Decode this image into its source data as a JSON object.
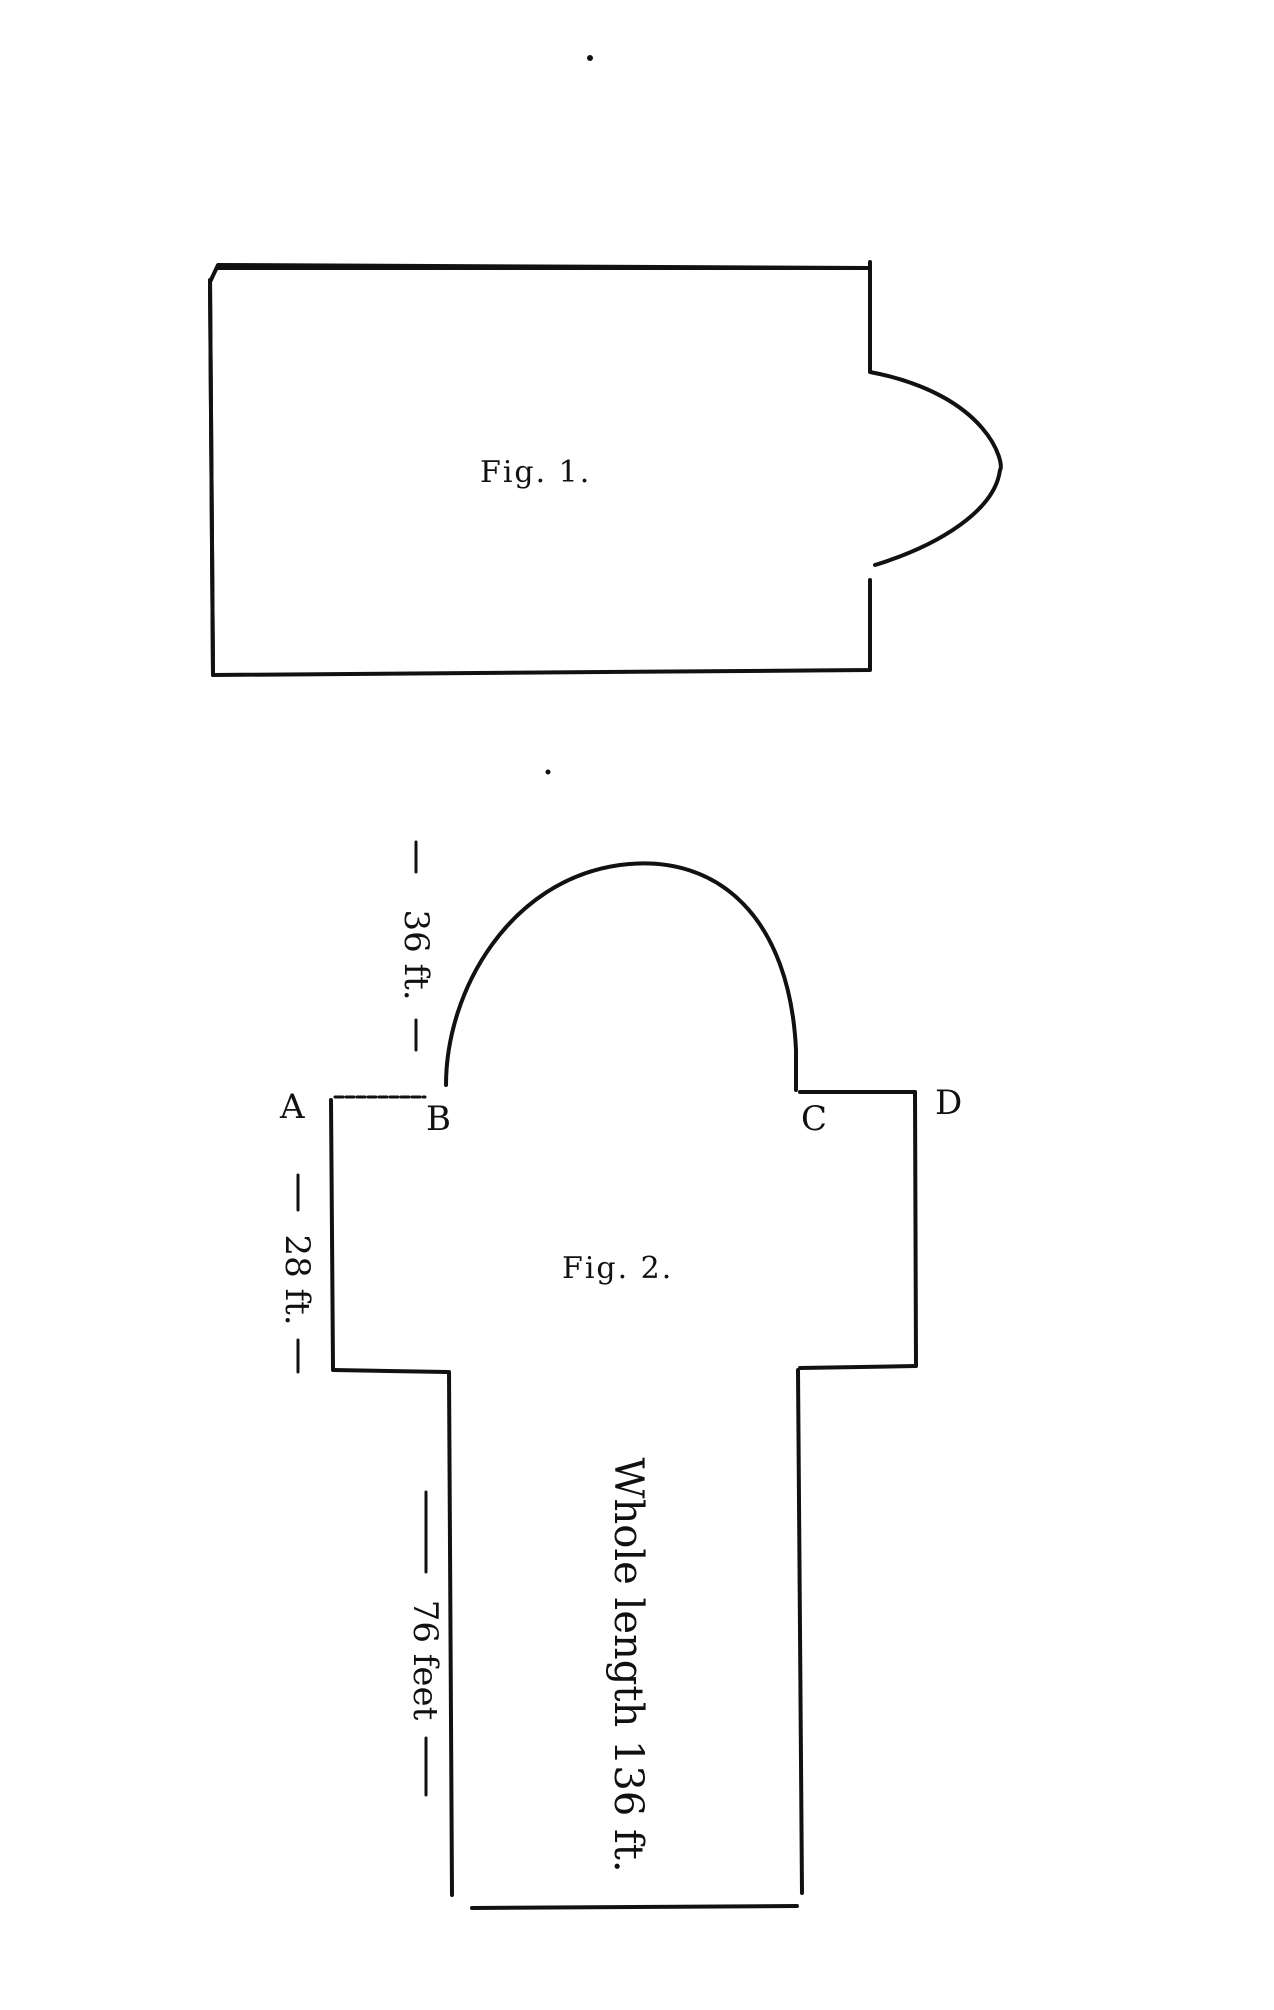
{
  "figures": {
    "fig1": {
      "label": "Fig. 1."
    },
    "fig2": {
      "label": "Fig. 2.",
      "corners": {
        "a": "A",
        "b": "B",
        "c": "C",
        "d": "D"
      },
      "dimensions": {
        "apse": "36 ft.",
        "transept": "28 ft.",
        "nave": "76 feet",
        "whole_length": "Whole length 136 ft."
      }
    }
  }
}
